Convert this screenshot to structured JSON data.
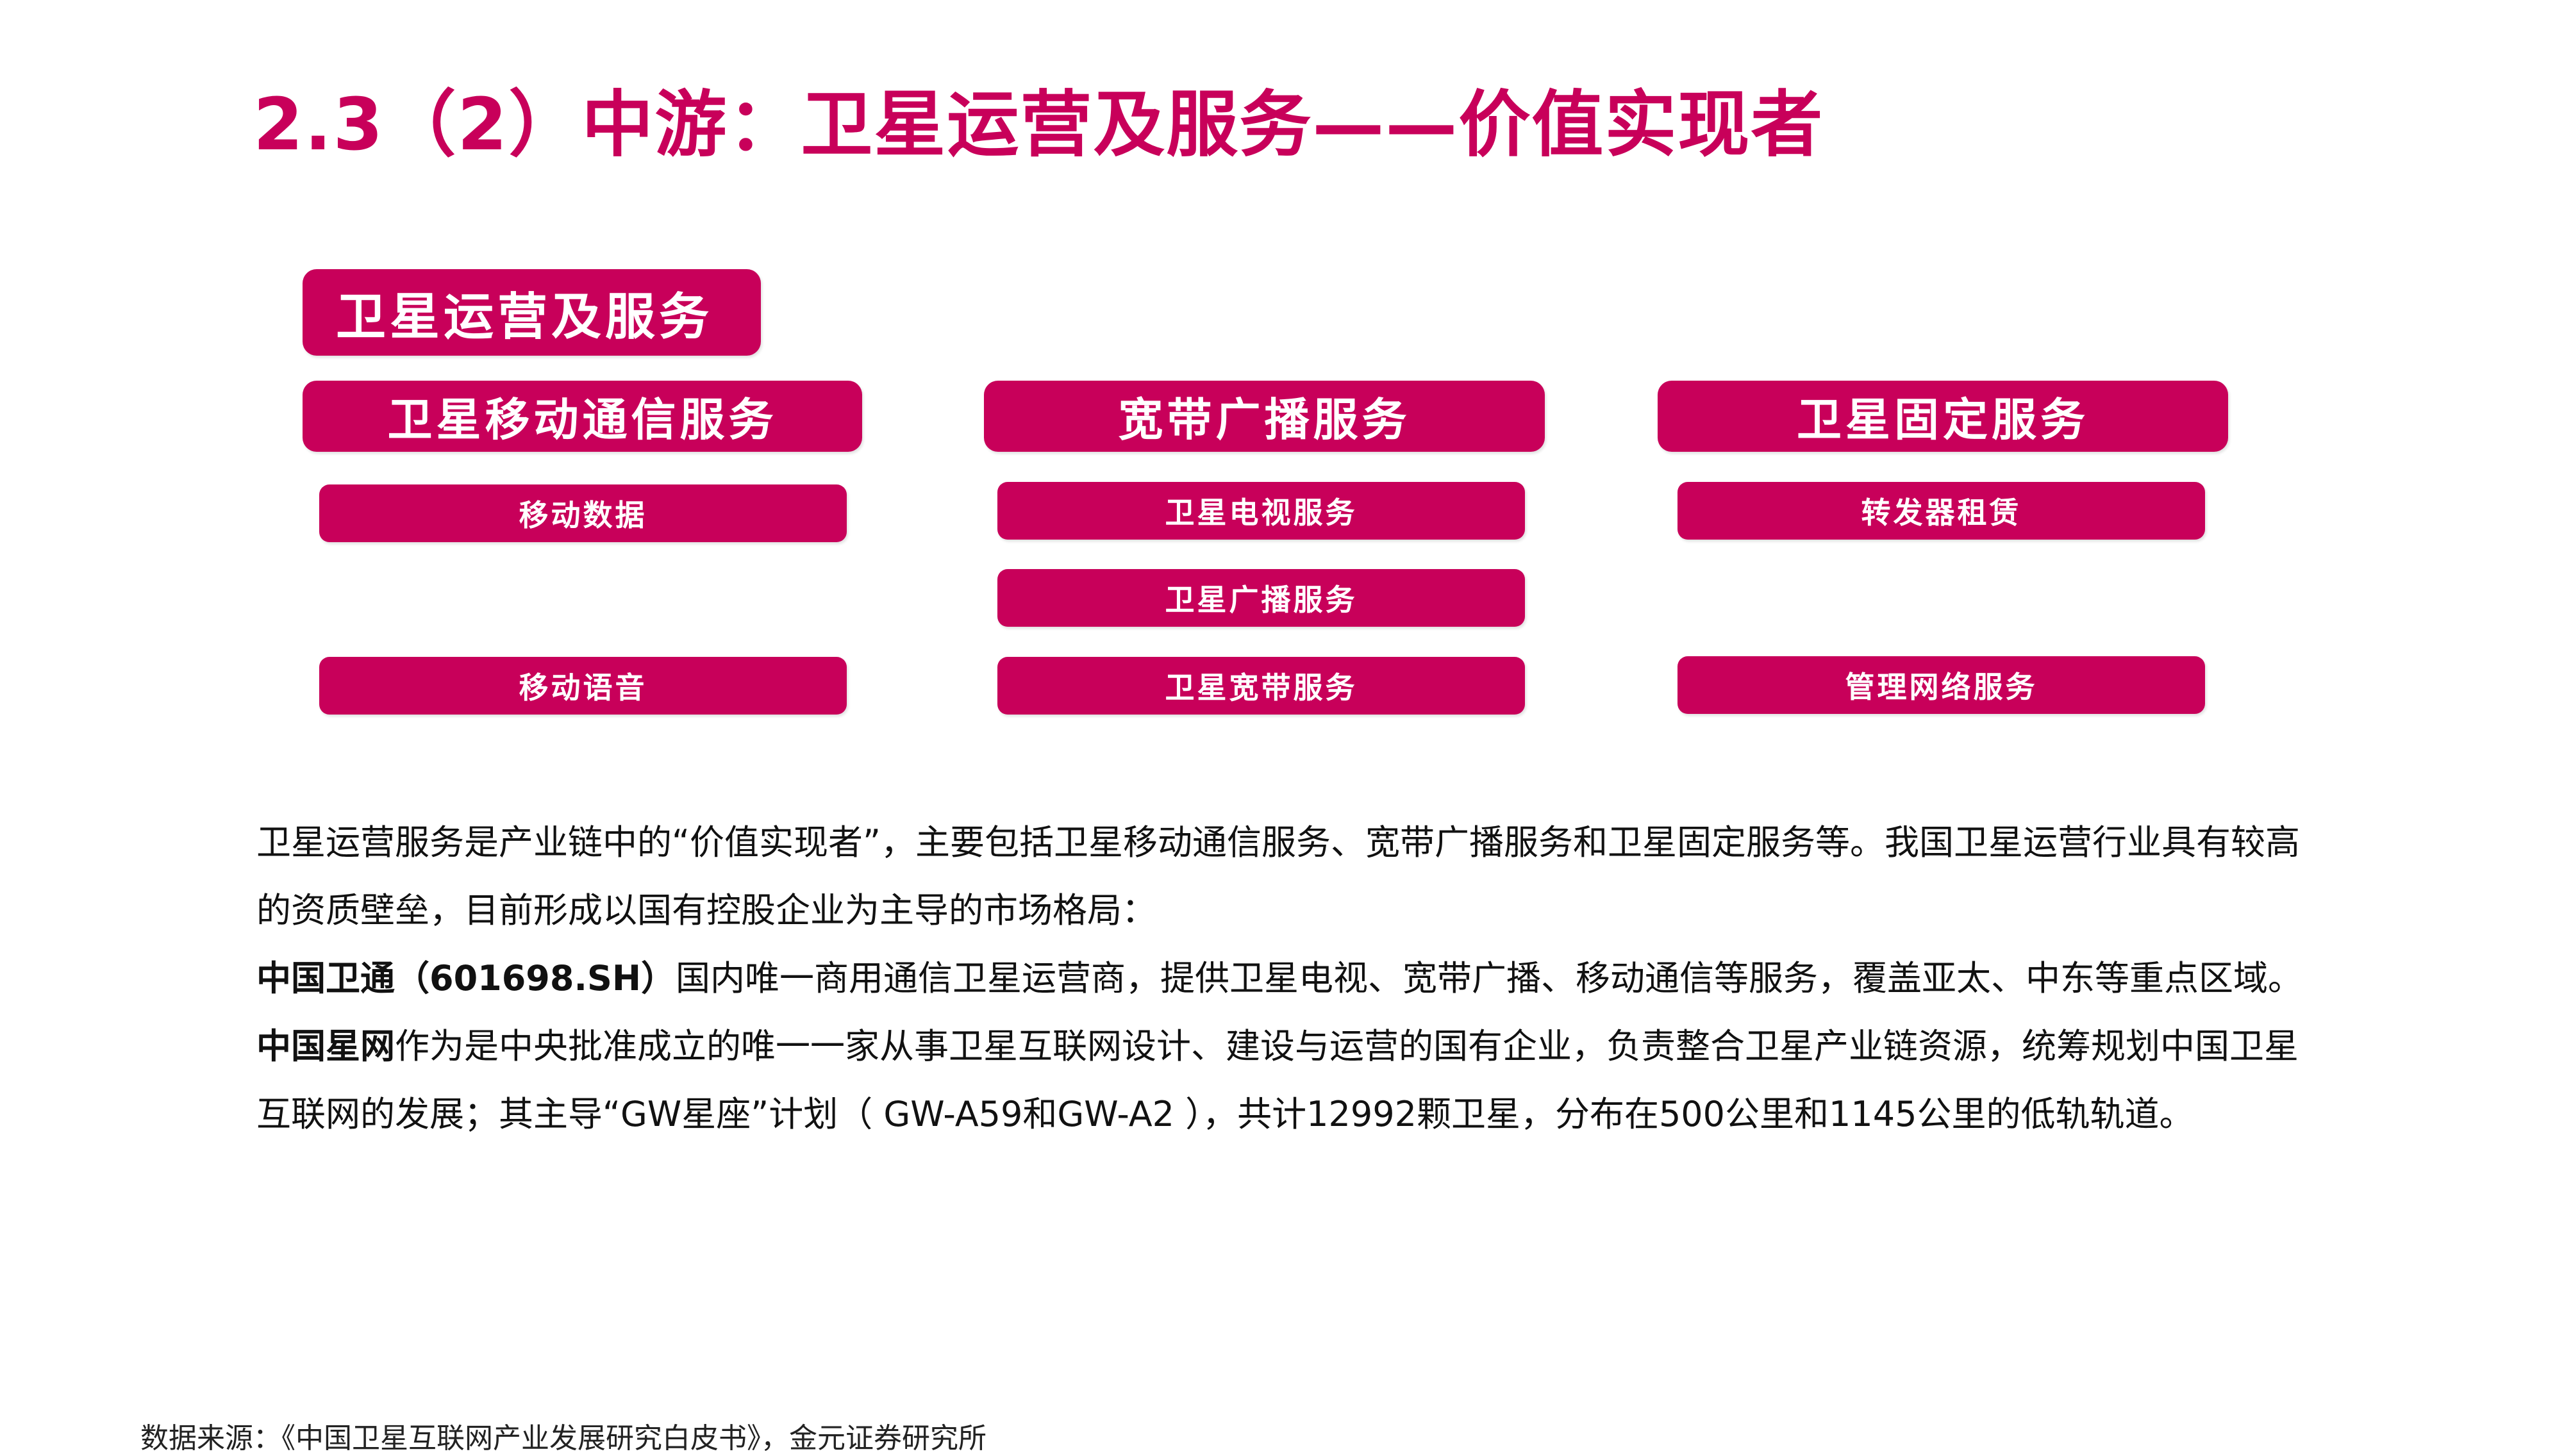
{
  "title": "2.3（2）中游：卫星运营及服务——价值实现者",
  "diagram": {
    "root": "卫星运营及服务",
    "categories": [
      {
        "label": "卫星移动通信服务",
        "items": [
          "移动数据",
          "",
          "移动语音"
        ]
      },
      {
        "label": "宽带广播服务",
        "items": [
          "卫星电视服务",
          "卫星广播服务",
          "卫星宽带服务"
        ]
      },
      {
        "label": "卫星固定服务",
        "items": [
          "转发器租赁",
          "",
          "管理网络服务"
        ]
      }
    ]
  },
  "body": {
    "p1": "卫星运营服务是产业链中的“价值实现者”，主要包括卫星移动通信服务、宽带广播服务和卫星固定服务等。我国卫星运营行业具有较高的资质壁垒，目前形成以国有控股企业为主导的市场格局：",
    "p2_bold": "中国卫通（601698.SH）",
    "p2_rest": "国内唯一商用通信卫星运营商，提供卫星电视、宽带广播、移动通信等服务，覆盖亚太、中东等重点区域。",
    "p3_bold": "中国星网",
    "p3_rest": "作为是中央批准成立的唯一一家从事卫星互联网设计、建设与运营的国有企业，负责整合卫星产业链资源，统筹规划中国卫星互联网的发展；其主导“GW星座”计划（ GW-A59和GW-A2 ），共计12992颗卫星，分布在500公里和1145公里的低轨轨道。"
  },
  "source": "数据来源：《中国卫星互联网产业发展研究白皮书》，金元证券研究所",
  "colors": {
    "accent": "#C8005A",
    "text": "#111111",
    "box_text": "#FFFFFF"
  }
}
